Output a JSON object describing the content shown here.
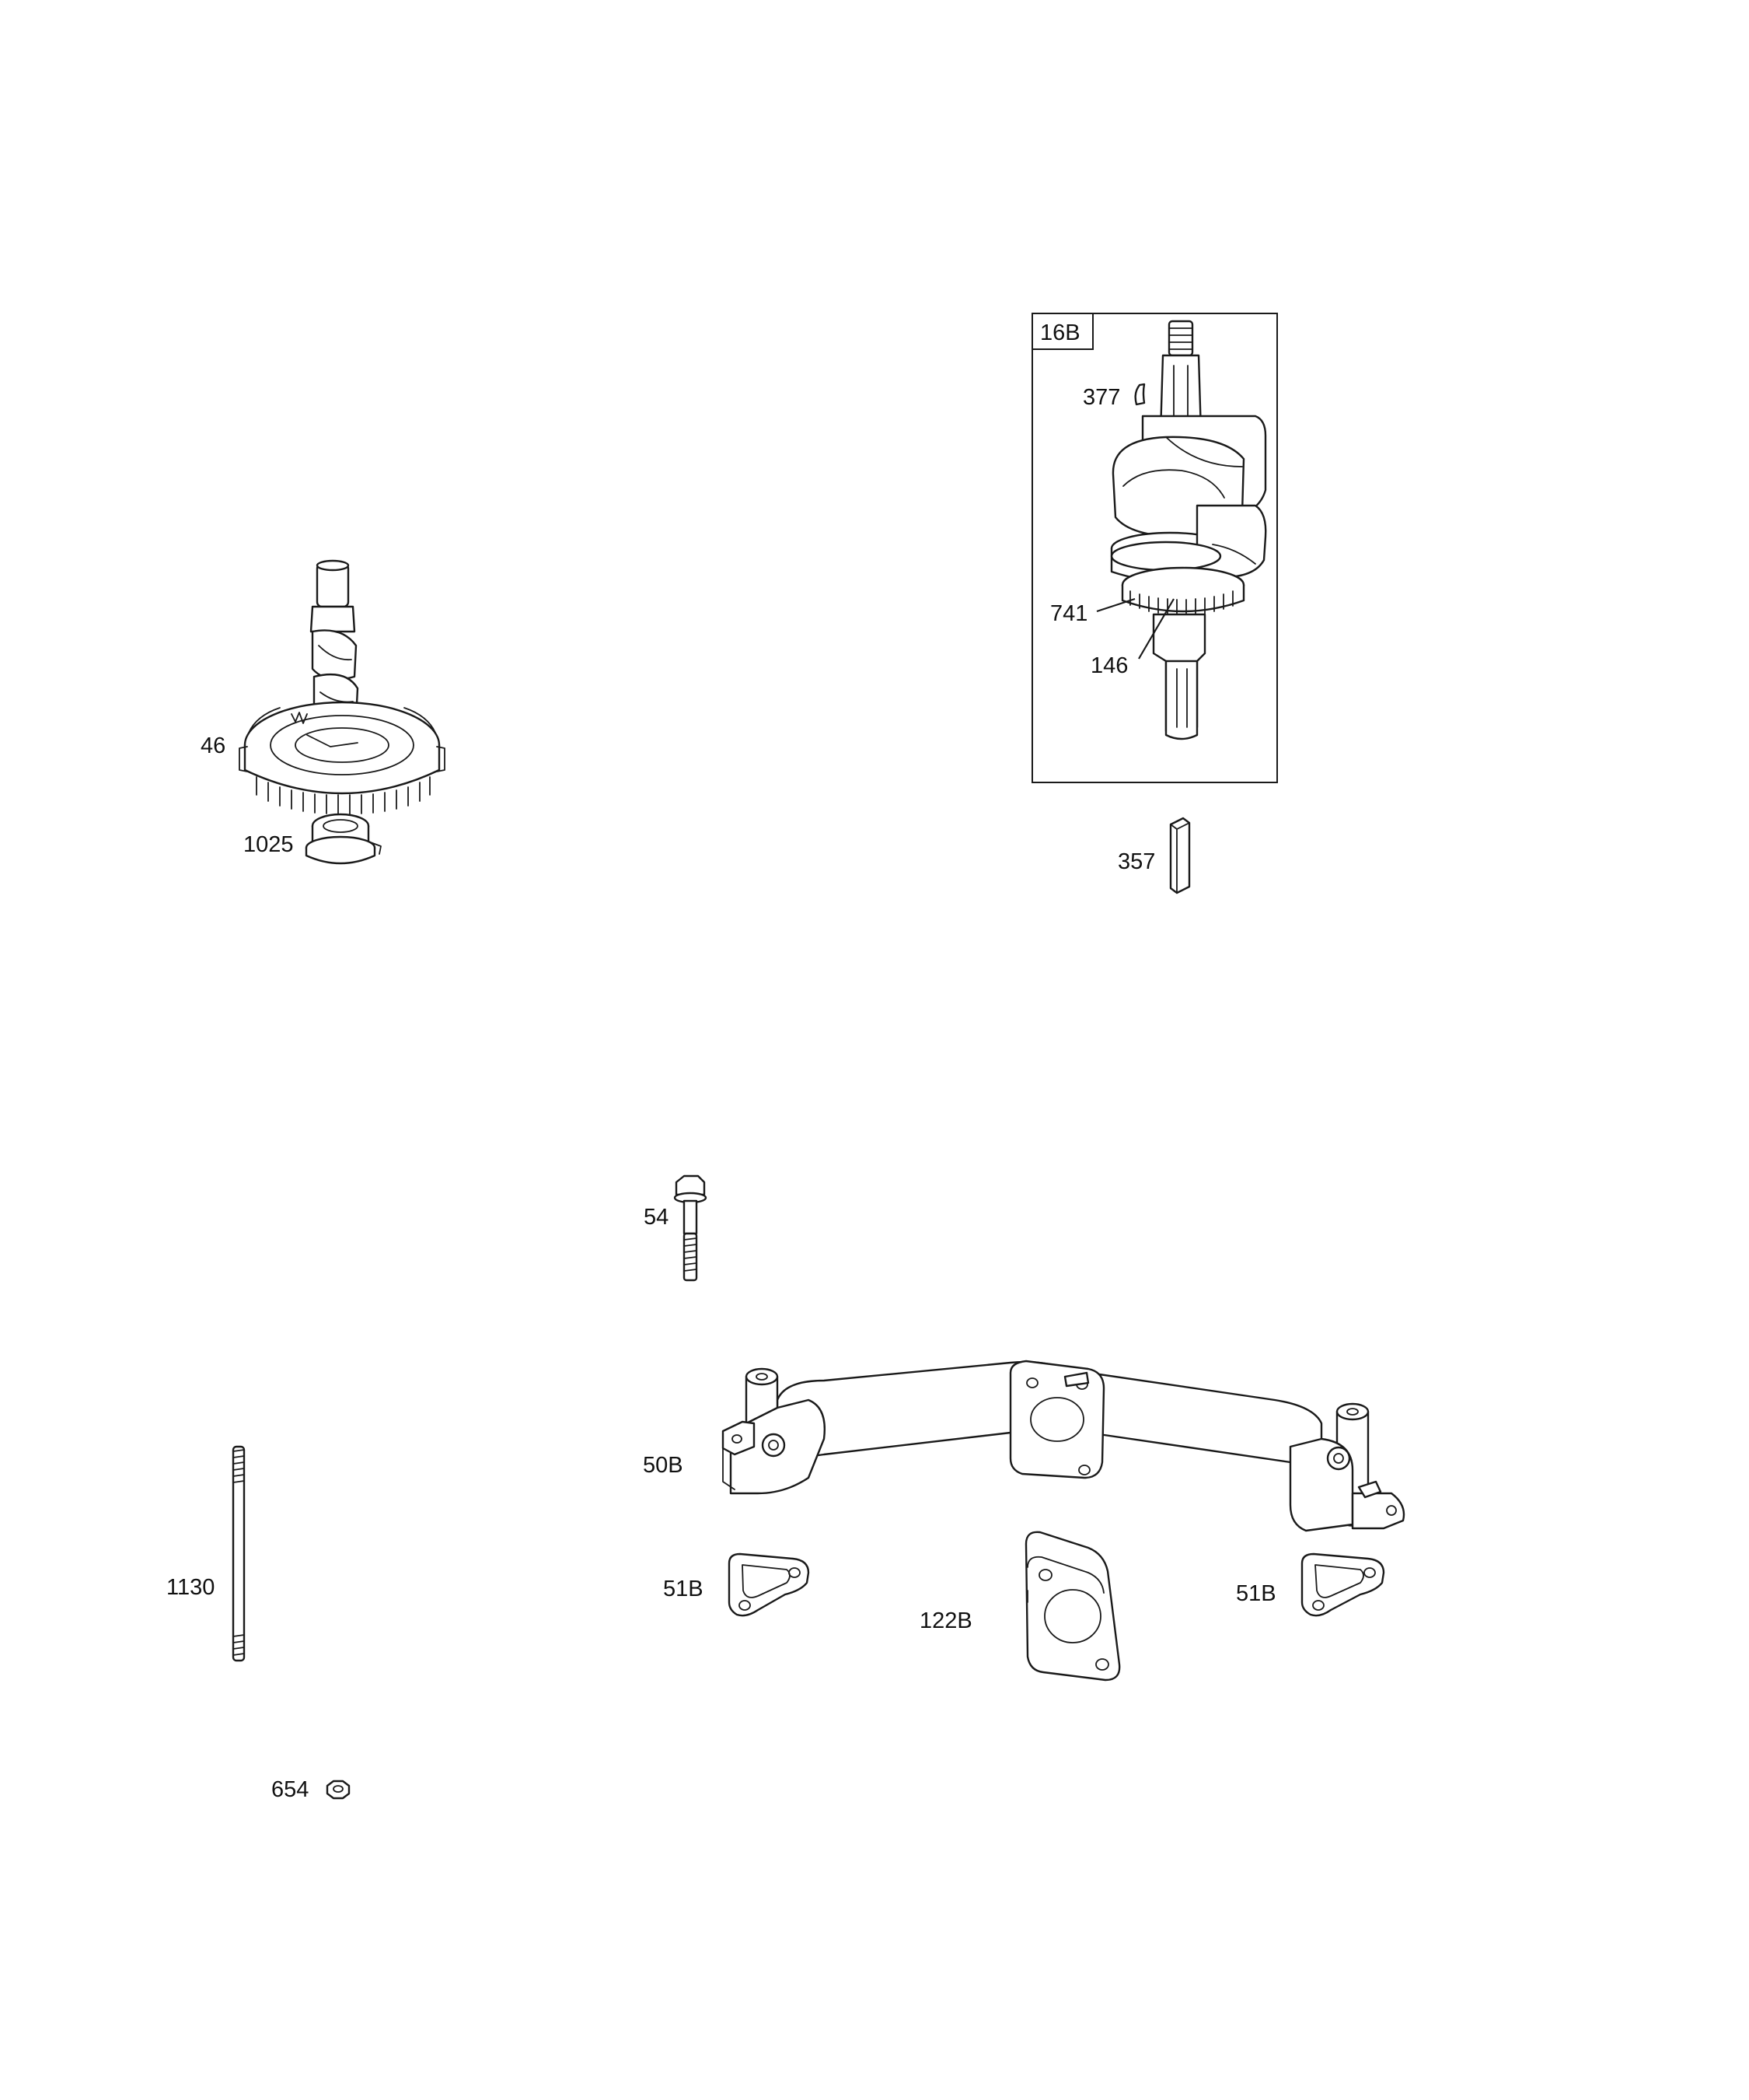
{
  "callouts": {
    "c16b": "16B",
    "c377": "377",
    "c741": "741",
    "c146": "146",
    "c357": "357",
    "c46": "46",
    "c1025": "1025",
    "c54": "54",
    "c50b": "50B",
    "c1130": "1130",
    "c51b_left": "51B",
    "c122b": "122B",
    "c51b_right": "51B",
    "c654": "654"
  }
}
